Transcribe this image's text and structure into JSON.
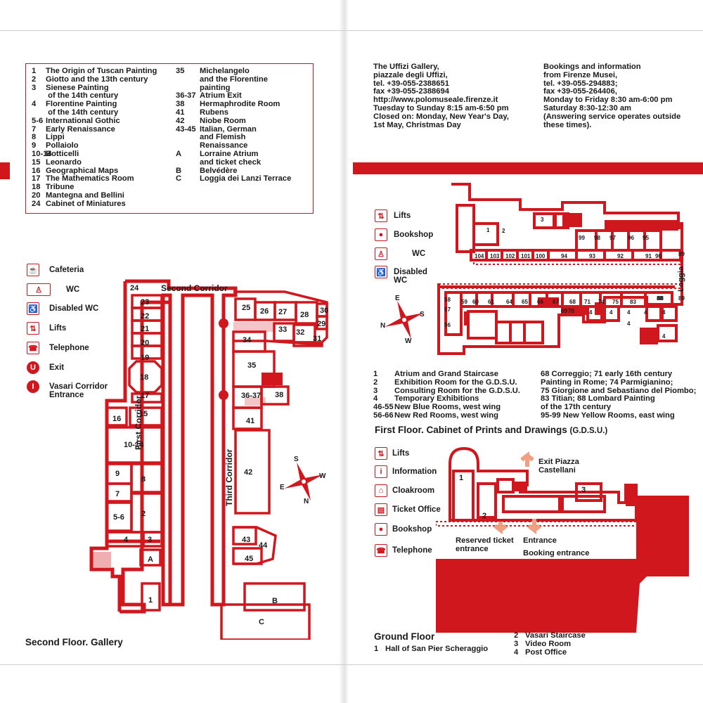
{
  "left_page": {
    "legend_col1": [
      {
        "n": "1",
        "t": "The Origin of Tuscan Painting"
      },
      {
        "n": "2",
        "t": "Giotto and the 13th century"
      },
      {
        "n": "3",
        "t": "Sienese Painting\n of the 14th century"
      },
      {
        "n": "4",
        "t": "Florentine Painting\n of the 14th century"
      },
      {
        "n": "5-6",
        "t": "International Gothic"
      },
      {
        "n": "7",
        "t": "Early Renaissance"
      },
      {
        "n": "8",
        "t": "Lippi"
      },
      {
        "n": "9",
        "t": "Pollaiolo"
      },
      {
        "n": "10-14",
        "t": "Botticelli"
      },
      {
        "n": "15",
        "t": "Leonardo"
      },
      {
        "n": "16",
        "t": "Geographical Maps"
      },
      {
        "n": "17",
        "t": "The Mathematics Room"
      },
      {
        "n": "18",
        "t": "Tribune"
      },
      {
        "n": "20",
        "t": "Mantegna and Bellini"
      },
      {
        "n": "24",
        "t": "Cabinet of Miniatures"
      }
    ],
    "legend_col2": [
      {
        "n": "35",
        "t": "Michelangelo\nand the Florentine\npainting"
      },
      {
        "n": "36-37",
        "t": "Atrium Exit"
      },
      {
        "n": "38",
        "t": "Hermaphrodite Room"
      },
      {
        "n": "41",
        "t": "Rubens"
      },
      {
        "n": "42",
        "t": "Niobe Room"
      },
      {
        "n": "43-45",
        "t": "Italian, German\nand Flemish\nRenaissance"
      },
      {
        "n": "A",
        "t": "Lorraine Atrium\nand ticket check"
      },
      {
        "n": "B",
        "t": "Belvédère"
      },
      {
        "n": "C",
        "t": "Loggia dei Lanzi Terrace"
      }
    ],
    "symbols": [
      {
        "icon": "cafeteria-icon",
        "label": "Cafeteria"
      },
      {
        "icon": "wc-icon",
        "label": "WC"
      },
      {
        "icon": "disabled-wc-icon",
        "label": "Disabled WC"
      },
      {
        "icon": "lifts-icon",
        "label": "Lifts"
      },
      {
        "icon": "telephone-icon",
        "label": "Telephone"
      },
      {
        "icon": "exit-icon",
        "label": "Exit"
      },
      {
        "icon": "vasari-entrance-icon",
        "label": "Vasari Corridor\nEntrance"
      }
    ],
    "labels": {
      "second_corridor": "Second Corridor",
      "first_corridor": "First Corridor",
      "third_corridor": "Third Corridor"
    },
    "rooms": [
      "24",
      "23",
      "22",
      "21",
      "20",
      "19",
      "18",
      "17",
      "16",
      "15",
      "10-14",
      "9",
      "8",
      "7",
      "5-6",
      "2",
      "4",
      "3",
      "A",
      "1",
      "25",
      "26",
      "27",
      "28",
      "30",
      "29",
      "33",
      "32",
      "31",
      "34",
      "35",
      "36-37",
      "38",
      "41",
      "42",
      "43",
      "44",
      "45",
      "B",
      "C"
    ],
    "compass": {
      "n": "N",
      "s": "S",
      "e": "E",
      "w": "W"
    },
    "title": "Second Floor. Gallery"
  },
  "right_page": {
    "address": "The Uffizi Gallery,\npiazzale degli Uffizi,\ntel. +39-055-2388651\nfax +39-055-2388694\nhttp://www.polomuseale.firenze.it\nTuesday to Sunday 8:15 am-6:50 pm\nClosed on: Monday, New Year's Day,\n1st May, Christmas Day",
    "bookings": "Bookings and information\nfrom Firenze Musei,\ntel. +39-055-294883;\nfax +39-055-264406,\nMonday to Friday 8:30 am-6:00 pm\nSaturday 8:30-12:30 am\n(Answering service operates outside\nthese times).",
    "first_symbols": [
      {
        "icon": "lifts-icon",
        "label": "Lifts"
      },
      {
        "icon": "bookshop-icon",
        "label": "Bookshop"
      },
      {
        "icon": "wc-icon",
        "label": "WC"
      },
      {
        "icon": "disabled-wc-icon",
        "label": "Disabled\nWC"
      }
    ],
    "first_rooms_top": [
      "1",
      "2",
      "3",
      "99",
      "98",
      "97",
      "96",
      "95",
      "104",
      "103",
      "102",
      "101",
      "100",
      "94",
      "93",
      "92",
      "91",
      "90",
      "89",
      "88",
      "89"
    ],
    "first_rooms_bottom": [
      "58",
      "57",
      "59",
      "60",
      "61",
      "64",
      "65",
      "66",
      "67",
      "68",
      "71",
      "74",
      "75",
      "83",
      "88",
      "56",
      "69",
      "70",
      "4",
      "4",
      "4",
      "4",
      "4",
      "4",
      "4"
    ],
    "loggia": "Loggia",
    "first_legend_left": [
      {
        "n": "1",
        "t": "Atrium and Grand Staircase"
      },
      {
        "n": "2",
        "t": "Exhibition Room for the G.D.S.U."
      },
      {
        "n": "3",
        "t": "Consulting Room for the G.D.S.U."
      },
      {
        "n": "4",
        "t": "Temporary Exhibitions"
      },
      {
        "n": "46-55",
        "t": "New Blue Rooms, west wing"
      },
      {
        "n": "56-66",
        "t": "New Red Rooms, west wing"
      }
    ],
    "first_legend_right": "68 Correggio; 71 early 16th century\nPainting in Rome; 74 Parmigianino;\n75 Giorgione and Sebastiano del Piombo;\n83 Titian; 88 Lombard Painting\nof the 17th century\n95-99 New Yellow Rooms, east wing",
    "first_title_main": "First Floor. Cabinet of Prints and Drawings",
    "first_title_sub": "(G.D.S.U.)",
    "ground_symbols": [
      {
        "icon": "lifts-icon",
        "label": "Lifts"
      },
      {
        "icon": "information-icon",
        "label": "Information"
      },
      {
        "icon": "cloakroom-icon",
        "label": "Cloakroom"
      },
      {
        "icon": "ticket-office-icon",
        "label": "Ticket Office"
      },
      {
        "icon": "bookshop-icon",
        "label": "Bookshop"
      },
      {
        "icon": "telephone-icon",
        "label": "Telephone"
      }
    ],
    "ground_labels": {
      "exit": "Exit Piazza\nCastellani",
      "reserved": "Reserved ticket\nentrance",
      "entrance": "Entrance",
      "booking": "Booking entrance"
    },
    "ground_rooms": [
      "1",
      "2",
      "3"
    ],
    "ground_title": "Ground Floor",
    "ground_legend": [
      {
        "n": "1",
        "t": "Hall of San Pier Scheraggio"
      },
      {
        "n": "2",
        "t": "Vasari Staircase"
      },
      {
        "n": "3",
        "t": "Video Room"
      },
      {
        "n": "4",
        "t": "Post Office"
      }
    ]
  },
  "colors": {
    "accent": "#d0171e",
    "ink": "#1a1a1a",
    "paper": "#ffffff"
  }
}
